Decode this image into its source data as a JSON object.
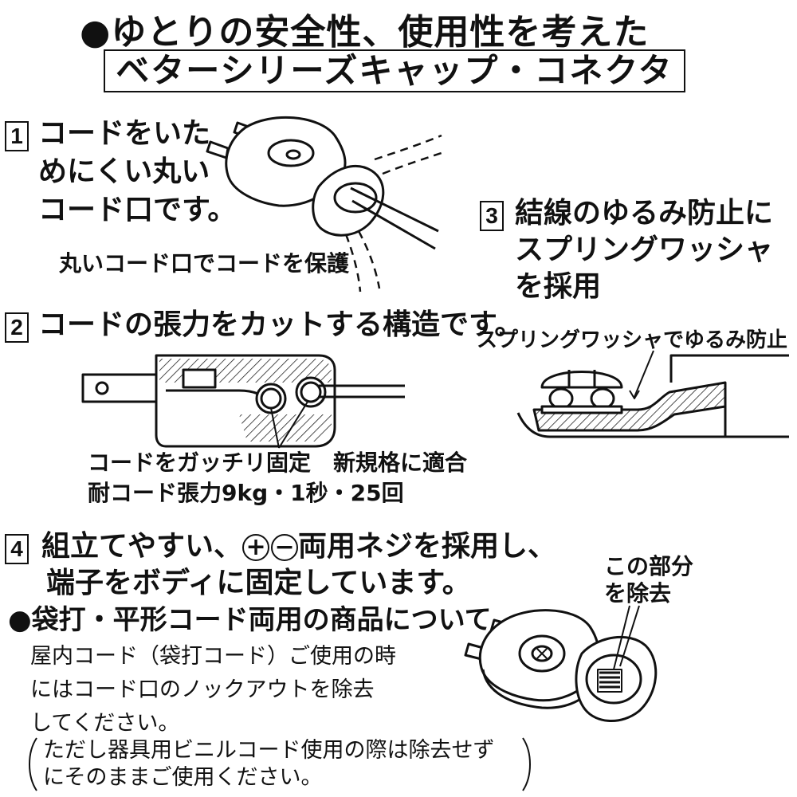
{
  "title": {
    "line1": "●ゆとりの安全性、使用性を考えた",
    "line2": "ベターシリーズキャップ・コネクタ"
  },
  "section1": {
    "number": "1",
    "heading_lines": [
      "コードをいた",
      "めにくい丸い",
      "コード口です。"
    ],
    "caption": "丸いコード口でコードを保護"
  },
  "section2": {
    "number": "2",
    "heading": "コードの張力をカットする構造です。",
    "caption_lines": [
      "コードをガッチリ固定　新規格に適合",
      "耐コード張力9kg・1秒・25回"
    ]
  },
  "section3": {
    "number": "3",
    "heading_lines": [
      "結線のゆるみ防止に",
      "スプリングワッシャ",
      "を採用"
    ],
    "caption": "スプリングワッシャでゆるみ防止"
  },
  "section4": {
    "number": "4",
    "heading_line1_pre": "組立てやすい、",
    "heading_line1_plus": "+",
    "heading_line1_minus": "−",
    "heading_line1_post": "両用ネジを採用し、",
    "heading_line2": "端子をボディに固定しています。",
    "subheading": "●袋打・平形コード両用の商品について",
    "notes": [
      "屋内コード（袋打コード）ご使用の時",
      "にはコード口のノックアウトを除去",
      "してください。"
    ],
    "paren_lines": [
      "ただし器具用ビニルコード使用の際は除去せず",
      "にそのままご使用ください。"
    ],
    "callout_lines": [
      "この部分",
      "を除去"
    ]
  }
}
